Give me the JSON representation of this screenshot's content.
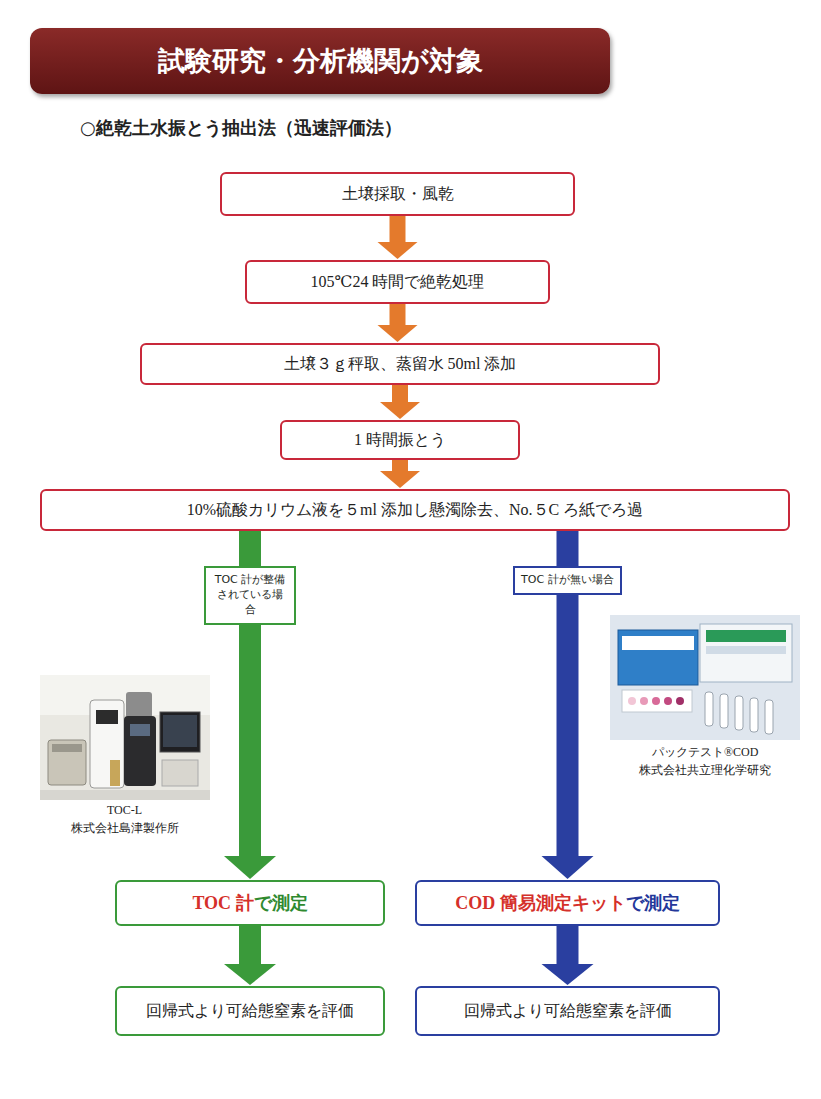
{
  "diagram": {
    "title": "試験研究・分析機関が対象",
    "nodes": [
      {
        "text": [
          "土壌採取・風乾"
        ]
      },
      {
        "text": [
          "105℃24 時間で絶乾処理"
        ]
      },
      {
        "text": [
          "土壌３ｇ秤取、蒸留水 50ml 添加"
        ]
      },
      {
        "text": [
          "1 時間振とう"
        ]
      },
      {
        "text": [
          "10%硫酸カリウム液を５ml 添加し懸濁除去、No.５C ろ紙でろ過"
        ]
      },
      {
        "text": [
          "TOC 計",
          "で測定"
        ]
      },
      {
        "text": [
          "COD 簡易測定キット",
          "で測定"
        ]
      },
      {
        "text": [
          "回帰式より可給態窒素を評価"
        ]
      },
      {
        "text": [
          "回帰式より可給態窒素を評価"
        ]
      }
    ],
    "edges": [
      {
        "from": 0,
        "to": 1,
        "arrow": "to"
      },
      {
        "from": 1,
        "to": 2,
        "arrow": "to"
      },
      {
        "from": 2,
        "to": 3,
        "arrow": "to"
      },
      {
        "from": 3,
        "to": 4,
        "arrow": "to"
      },
      {
        "from": 4,
        "to": 5,
        "arrow": "to",
        "label": "TOC 計が整備 されている場合"
      },
      {
        "from": 5,
        "to": 7,
        "arrow": "to"
      },
      {
        "from": 4,
        "to": 6,
        "arrow": "to",
        "label": "TOC 計が無い場合"
      },
      {
        "from": 6,
        "to": 8,
        "arrow": "to"
      }
    ],
    "labels": [
      "○絶乾土水振とう抽出法（迅速評価法）",
      "TOC-L",
      "株式会社島津製作所",
      "パックテスト®COD",
      "株式会社共立理化学研究"
    ]
  }
}
